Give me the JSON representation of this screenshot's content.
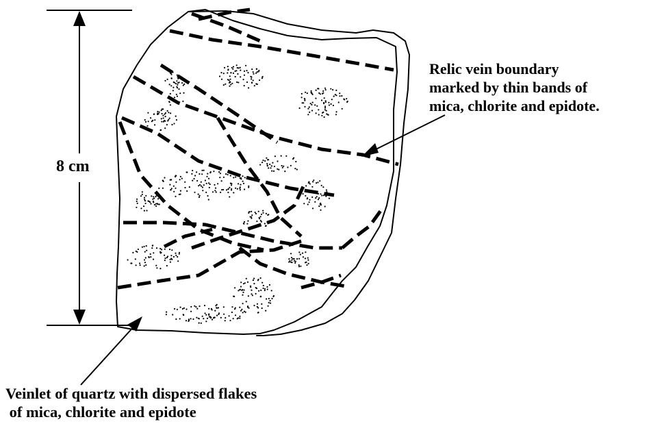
{
  "diagram": {
    "scale_label": "8 cm",
    "relic_vein_label": "Relic vein boundary\nmarked by thin bands of\nmica, chlorite and epidote.",
    "veinlet_label": "Veinlet of quartz with dispersed flakes\n of mica, chlorite and epidote"
  }
}
